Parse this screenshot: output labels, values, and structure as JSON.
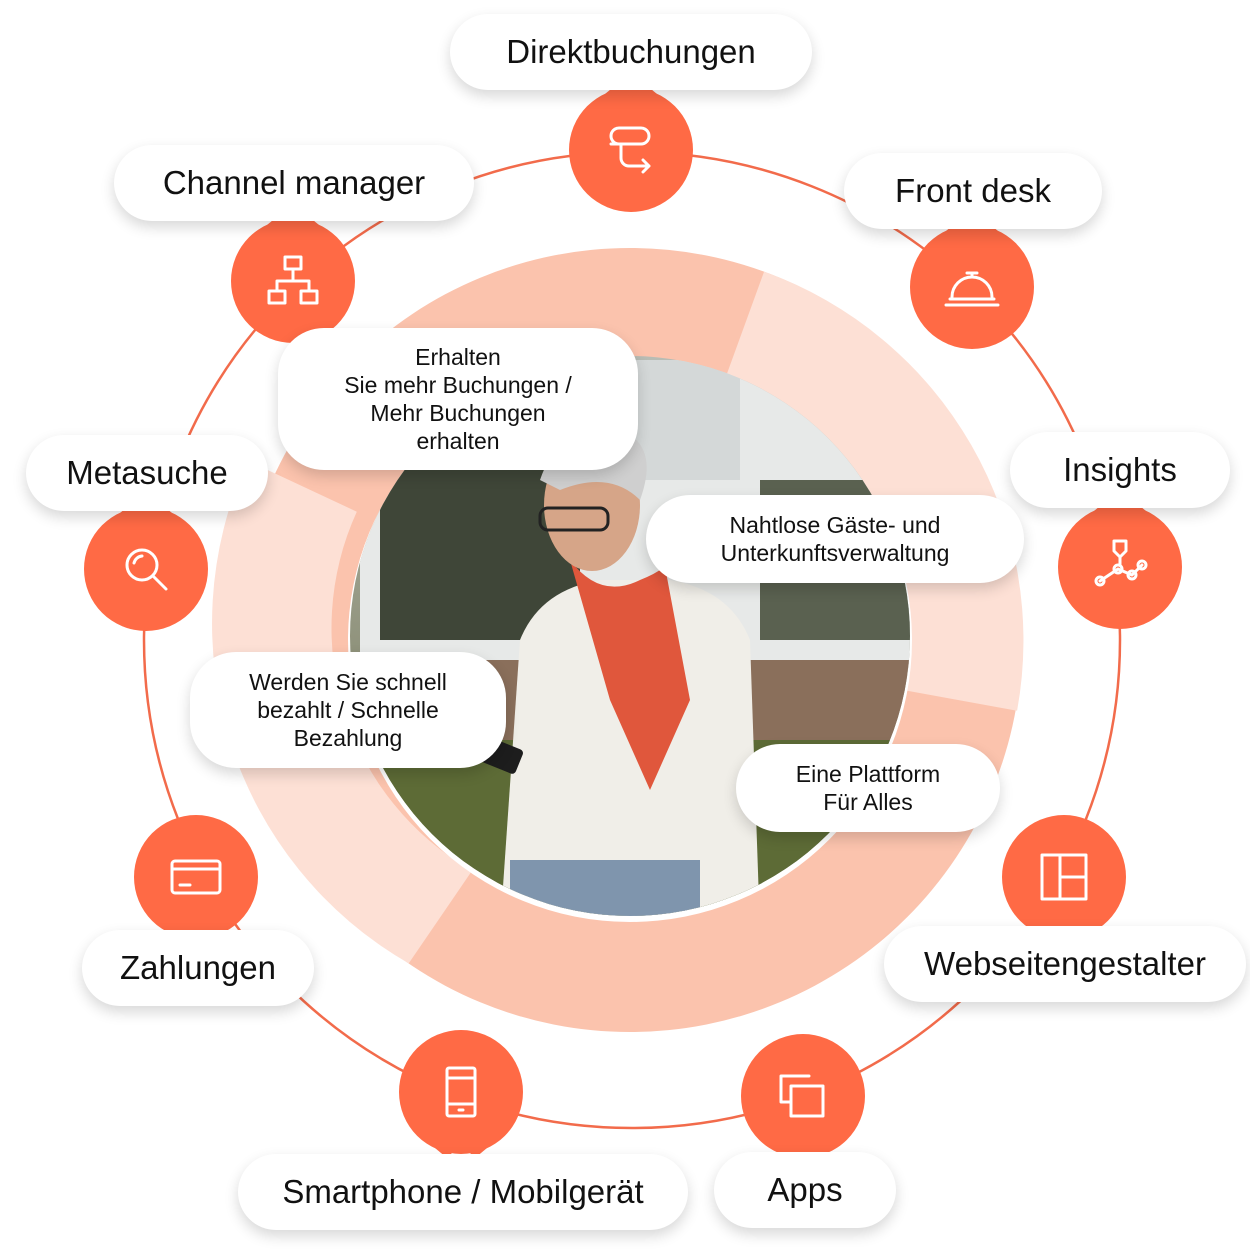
{
  "colors": {
    "accent": "#ff6a45",
    "ring_line": "#f26b4b",
    "donut_dark": "#fbc3ad",
    "donut_light": "#fde0d5",
    "photo_placeholder": "#8c8a80"
  },
  "modules": [
    {
      "label": "Direktbuchungen",
      "icon": "route-arrow-icon"
    },
    {
      "label": "Front desk",
      "icon": "reception-bell-icon"
    },
    {
      "label": "Insights",
      "icon": "analytics-graph-icon"
    },
    {
      "label": "Webseitengestalter",
      "icon": "layout-grid-icon"
    },
    {
      "label": "Apps",
      "icon": "apps-windows-icon"
    },
    {
      "label": "Smartphone / Mobilgerät",
      "icon": "smartphone-icon"
    },
    {
      "label": "Zahlungen",
      "icon": "credit-card-icon"
    },
    {
      "label": "Metasuche",
      "icon": "magnifier-icon"
    },
    {
      "label": "Channel manager",
      "icon": "sitemap-icon"
    }
  ],
  "benefits": [
    {
      "lines": [
        "Erhalten",
        "Sie mehr Buchungen /",
        "Mehr Buchungen",
        "erhalten"
      ]
    },
    {
      "lines": [
        "Nahtlose Gäste- und",
        "Unterkunftsverwaltung"
      ]
    },
    {
      "lines": [
        "Werden Sie schnell",
        "bezahlt / Schnelle",
        "Bezahlung"
      ]
    },
    {
      "lines": [
        "Eine Plattform",
        "Für Alles"
      ]
    }
  ]
}
